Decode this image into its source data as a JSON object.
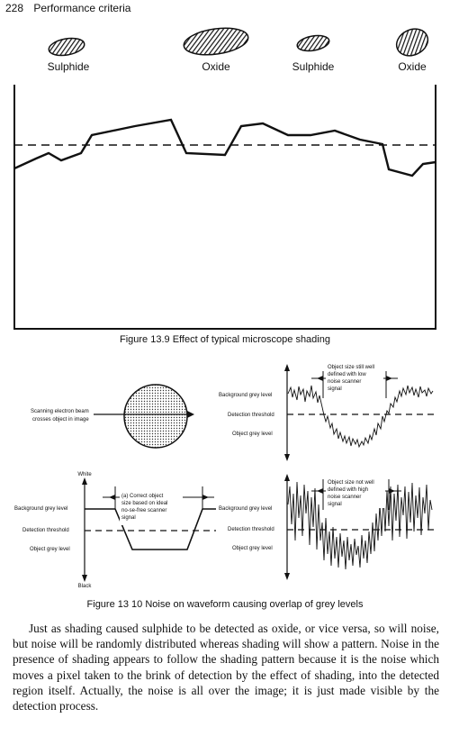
{
  "header": {
    "page_number": "228",
    "running_title": "Performance criteria"
  },
  "figure_13_9": {
    "labels": [
      "Sulphide",
      "Oxide",
      "Sulphide",
      "Oxide"
    ],
    "caption": "Figure 13.9 Effect of typical microscope shading"
  },
  "figure_13_10": {
    "beam_label_1": "Scanning electron beam",
    "beam_label_2": "crosses object in image",
    "top_right": {
      "background": "Background grey level",
      "threshold": "Detection threshold",
      "object": "Object grey level",
      "note": [
        "Object size still well",
        "defined with low",
        "noise scanner",
        "signal"
      ]
    },
    "bottom_left": {
      "white": "White",
      "black": "Black",
      "background": "Background grey level",
      "threshold": "Detection threshold",
      "object": "Object grey level",
      "note": [
        "(a) Correct object",
        "size based on ideal",
        "no-se-free scanner",
        "signal"
      ]
    },
    "bottom_right": {
      "background": "Background grey level",
      "threshold": "Detection threshold",
      "object": "Object grey level",
      "note": [
        "Object size not well",
        "defined with high",
        "noise scanner",
        "signal"
      ]
    },
    "caption": "Figure 13 10 Noise on waveform causing overlap of grey levels"
  },
  "body_text": "Just as shading caused sulphide to be detected as oxide, or vice versa, so will noise, but noise will be randomly distributed whereas shading will show a pattern. Noise in the presence of shading appears to follow the shading pattern because it is the noise which moves a pixel taken to the brink of detection by the effect of shading, into the detected region itself. Actually, the noise is all over the image; it is just made visible by the detection process."
}
